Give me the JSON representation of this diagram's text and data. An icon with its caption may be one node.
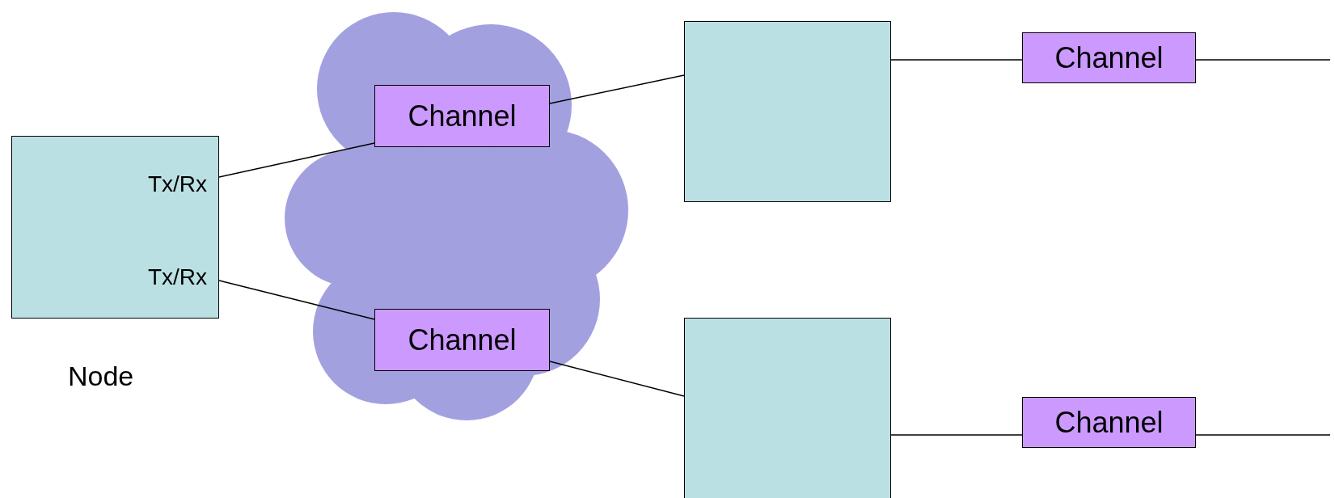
{
  "diagram": {
    "nodes": [
      {
        "text": [
          "Tx/Rx",
          "Tx/Rx"
        ],
        "beside": [
          "Node"
        ]
      },
      {
        "text": [],
        "shape": "cloud"
      },
      {
        "text": [
          "Channel"
        ],
        "in": 1
      },
      {
        "text": [
          "Channel"
        ],
        "in": 1
      },
      {
        "text": [],
        "shape": "box"
      },
      {
        "text": [],
        "shape": "box"
      },
      {
        "text": [
          "Channel"
        ]
      },
      {
        "text": [
          "Channel"
        ]
      }
    ],
    "edges": [
      {
        "from": 0,
        "to": 2,
        "arrow": "none"
      },
      {
        "from": 2,
        "to": 4,
        "arrow": "none"
      },
      {
        "from": 0,
        "to": 3,
        "arrow": "none"
      },
      {
        "from": 3,
        "to": 5,
        "arrow": "none"
      },
      {
        "from": 4,
        "to": 6,
        "arrow": "none"
      },
      {
        "from": 6,
        "to": null,
        "arrow": "none"
      },
      {
        "from": 5,
        "to": 7,
        "arrow": "none"
      },
      {
        "from": 7,
        "to": null,
        "arrow": "none"
      }
    ]
  }
}
